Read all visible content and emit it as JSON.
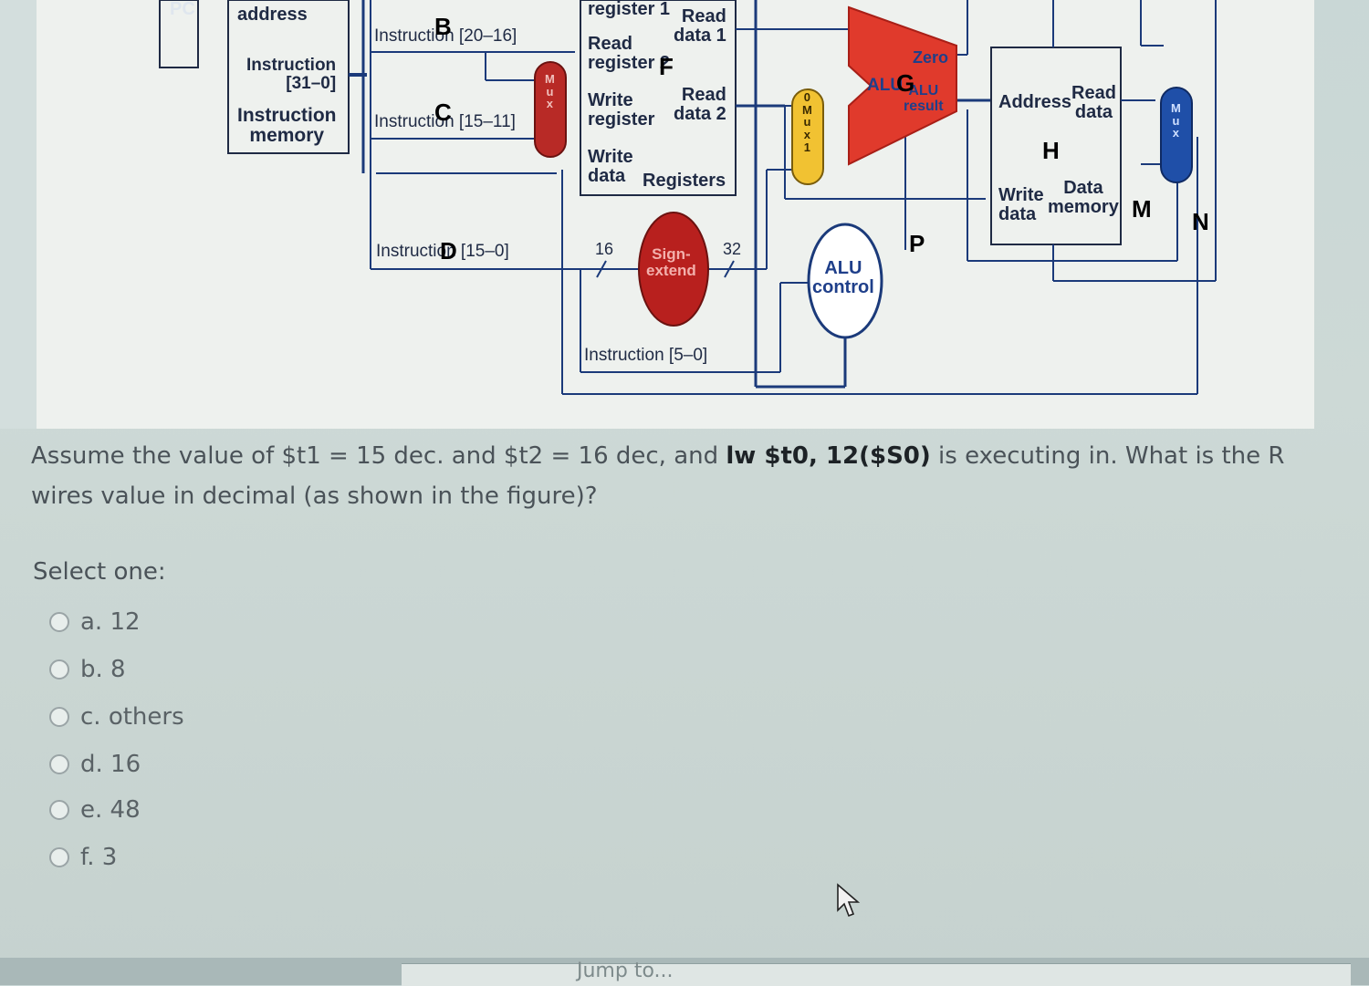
{
  "figure": {
    "pc": "PC",
    "read_address": "address",
    "instr_31_0": "Instruction\n[31–0]",
    "instruction_memory": "Instruction\nmemory",
    "instr_20_16": "Instruction [20–16]",
    "instr_15_11": "Instruction [15–11]",
    "instr_15_0": "Instruction [15–0]",
    "instr_5_0": "Instruction [5–0]",
    "read_register_1": "register 1",
    "read_register_2": "Read\nregister 2",
    "write_register": "Write\nregister",
    "write_data": "Write\ndata",
    "read_data_1": "Read\ndata 1",
    "read_data_2": "Read\ndata 2",
    "registers": "Registers",
    "bit16": "16",
    "bit32": "32",
    "sign_extend": "Sign-\nextend",
    "alu_control": "ALU\ncontrol",
    "zero": "Zero",
    "alu": "ALU",
    "alu_result": "ALU\nresult",
    "address": "Address",
    "read_data": "Read\ndata",
    "write_data_mem": "Write\ndata",
    "data_memory": "Data\nmemory",
    "mux_label": "M\nu\nx",
    "mux0_label": "0\nM\nu\nx\n1",
    "letters": [
      "B",
      "C",
      "D",
      "F",
      "G",
      "H",
      "M",
      "N",
      "P"
    ]
  },
  "question": {
    "text_before": "Assume the value of $t1 = 15 dec. and $t2 = 16 dec, and ",
    "code": "lw $t0, 12($S0)",
    "text_after": " is executing in. What is the R wires value in decimal (as shown in the figure)?",
    "select_one": "Select one:",
    "options": [
      "a. 12",
      "b. 8",
      "c. others",
      "d. 16",
      "e. 48",
      "f. 3"
    ]
  },
  "footer": {
    "jump_to": "Jump to..."
  },
  "colors": {
    "accent_red": "#e03a2c",
    "mux_yellow": "#f1c232",
    "mux_blue": "#1f4fa8",
    "wire_blue": "#1b3a7a"
  }
}
